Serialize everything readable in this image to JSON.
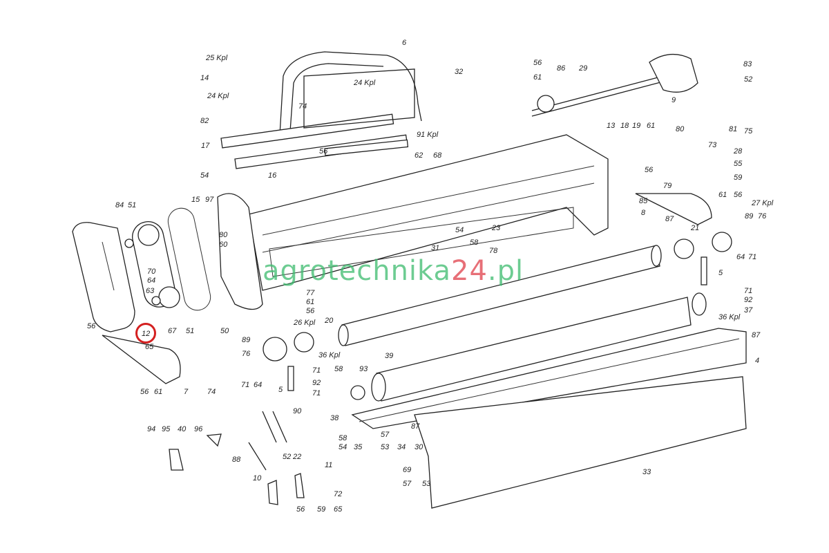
{
  "diagram": {
    "watermark": {
      "prefix": "agrotechnika",
      "number": "24",
      "suffix": ".pl"
    },
    "highlighted_part": "12",
    "highlight_color": "#d42020",
    "labels": [
      "25 Kpl",
      "14",
      "6",
      "24 Kpl",
      "32",
      "24 Kpl",
      "74",
      "82",
      "17",
      "54",
      "16",
      "56",
      "91 Kpl",
      "62",
      "68",
      "56",
      "86",
      "29",
      "61",
      "83",
      "52",
      "9",
      "81",
      "75",
      "73",
      "13",
      "18",
      "19",
      "61",
      "80",
      "28",
      "55",
      "59",
      "79",
      "56",
      "85",
      "8",
      "61",
      "56",
      "27 Kpl",
      "89",
      "76",
      "87",
      "21",
      "64",
      "71",
      "5",
      "71",
      "92",
      "37",
      "36 Kpl",
      "87",
      "4",
      "15",
      "97",
      "80",
      "60",
      "84",
      "51",
      "54",
      "58",
      "23",
      "31",
      "78",
      "70",
      "64",
      "63",
      "77",
      "61",
      "56",
      "67",
      "51",
      "50",
      "12",
      "65",
      "56",
      "26 Kpl",
      "20",
      "89",
      "76",
      "36 Kpl",
      "39",
      "7",
      "74",
      "56",
      "61",
      "71",
      "64",
      "5",
      "71",
      "58",
      "93",
      "92",
      "71",
      "38",
      "90",
      "58",
      "54",
      "35",
      "57",
      "53",
      "34",
      "87",
      "30",
      "94",
      "95",
      "40",
      "96",
      "88",
      "52",
      "22",
      "10",
      "11",
      "72",
      "56",
      "59",
      "65",
      "69",
      "57",
      "53",
      "33"
    ]
  }
}
